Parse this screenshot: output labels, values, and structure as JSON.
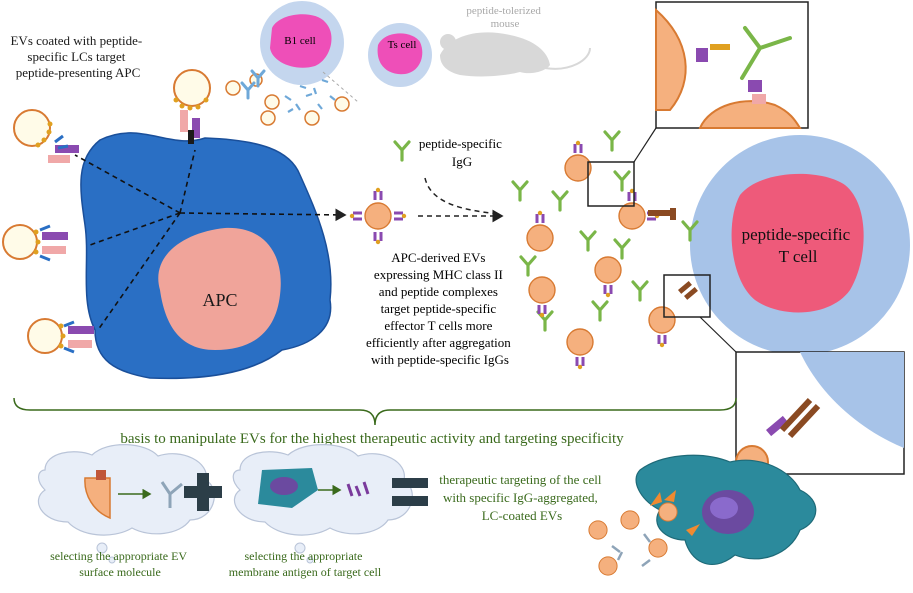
{
  "labels": {
    "evs_coated": [
      "EVs coated with peptide-",
      "specific LCs target",
      "peptide-presenting APC"
    ],
    "b1_cell": "B1 cell",
    "ts_cell": "Ts cell",
    "mouse": [
      "peptide-tolerized",
      "mouse"
    ],
    "igg": [
      "peptide-specific",
      "IgG"
    ],
    "apc": "APC",
    "apc_derived": [
      "APC-derived EVs",
      "expressing MHC class II",
      "and peptide complexes",
      "target peptide-specific",
      "effector T cells more",
      "efficiently after aggregation",
      "with peptide-specific IgGs"
    ],
    "t_cell": [
      "peptide-specific",
      "T cell"
    ],
    "basis": "basis to manipulate EVs for the highest therapeutic activity and targeting specificity",
    "select_ev": [
      "selecting the appropriate EV",
      "surface molecule"
    ],
    "select_antigen": [
      "selecting the appropriate",
      "membrane antigen of target cell"
    ],
    "therapeutic": [
      "therapeutic targeting of the cell",
      "with specific IgG-aggregated,",
      "LC-coated EVs"
    ]
  },
  "colors": {
    "apc_blue": "#2a6fc4",
    "apc_nucleus": "#f0a49a",
    "ev_orange": "#f5b07e",
    "ev_border": "#d87a32",
    "tcell_blue": "#a7c3e8",
    "tcell_nucleus": "#ee5a7a",
    "igg_green": "#7ab648",
    "text_green": "#3a6a1c",
    "target_teal": "#2b8a9c",
    "target_purple": "#6b4aa0"
  },
  "icons": [
    "ev-vesicle",
    "antibody-y",
    "mhc-complex",
    "mouse-silhouette",
    "cloud-bubble",
    "plus-sign",
    "equals-sign",
    "dashed-arrow"
  ]
}
